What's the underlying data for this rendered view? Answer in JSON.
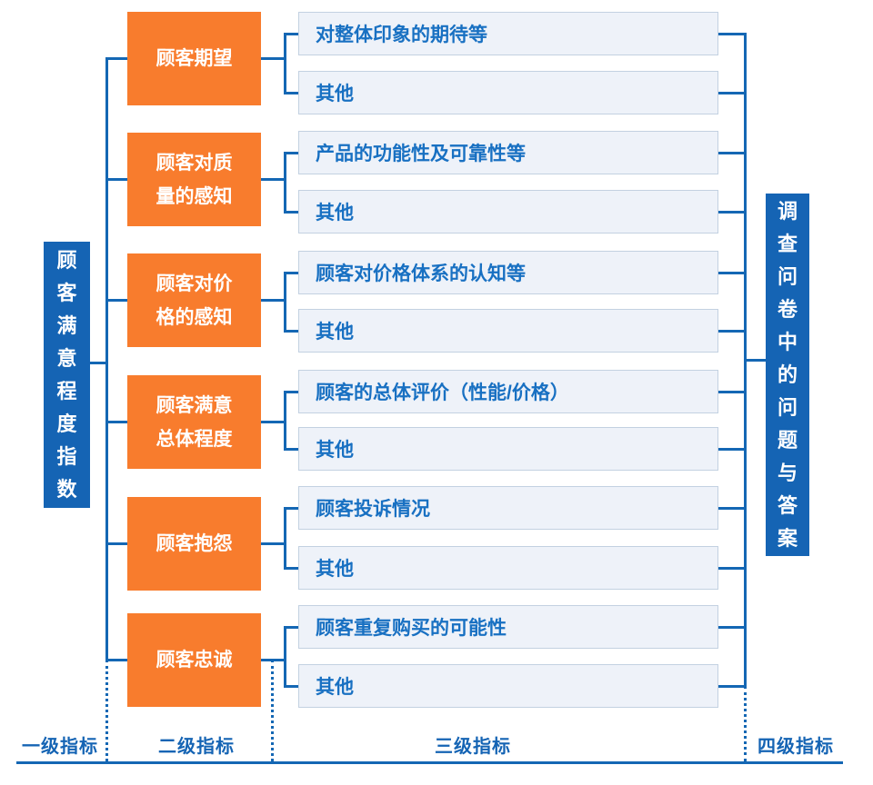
{
  "palette": {
    "deep_blue": "#1564b4",
    "orange": "#f87c2d",
    "line_blue": "#1467b4",
    "level3_fill": "#eef2f9",
    "level3_border": "#c3d1e1",
    "level3_text": "#1870c2",
    "axis_text": "#1564b4"
  },
  "level1": {
    "label": "顾客满意程度指数"
  },
  "level4": {
    "label": "调查问卷中的问题与答案"
  },
  "groups": [
    {
      "level2_lines": [
        "顾客期望"
      ],
      "level3": [
        "对整体印象的期待等",
        "其他"
      ]
    },
    {
      "level2_lines": [
        "顾客对质",
        "量的感知"
      ],
      "level3": [
        "产品的功能性及可靠性等",
        "其他"
      ]
    },
    {
      "level2_lines": [
        "顾客对价",
        "格的感知"
      ],
      "level3": [
        "顾客对价格体系的认知等",
        "其他"
      ]
    },
    {
      "level2_lines": [
        "顾客满意",
        "总体程度"
      ],
      "level3": [
        "顾客的总体评价（性能/价格）",
        "其他"
      ]
    },
    {
      "level2_lines": [
        "顾客抱怨"
      ],
      "level3": [
        "顾客投诉情况",
        "其他"
      ]
    },
    {
      "level2_lines": [
        "顾客忠诚"
      ],
      "level3": [
        "顾客重复购买的可能性",
        "其他"
      ]
    }
  ],
  "axis_labels": [
    "一级指标",
    "二级指标",
    "三级指标",
    "四级指标"
  ]
}
